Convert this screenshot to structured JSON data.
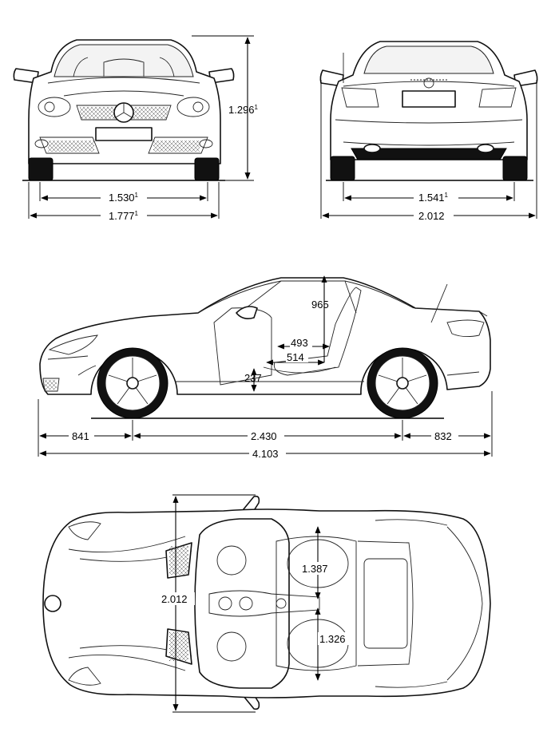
{
  "front_view": {
    "height": "1.296",
    "height_note": "1",
    "track": "1.530",
    "track_note": "1",
    "width": "1.777",
    "width_note": "1"
  },
  "rear_view": {
    "track": "1.541",
    "track_note": "1",
    "width": "2.012"
  },
  "side_view": {
    "headroom": "965",
    "legroom_a": "493",
    "legroom_b": "514",
    "seat_height": "237",
    "front_overhang": "841",
    "wheelbase": "2.430",
    "rear_overhang": "832",
    "length": "4.103"
  },
  "top_view": {
    "width_mirrors": "2.012",
    "interior_width_front": "1.387",
    "interior_width_rear": "1.326"
  }
}
